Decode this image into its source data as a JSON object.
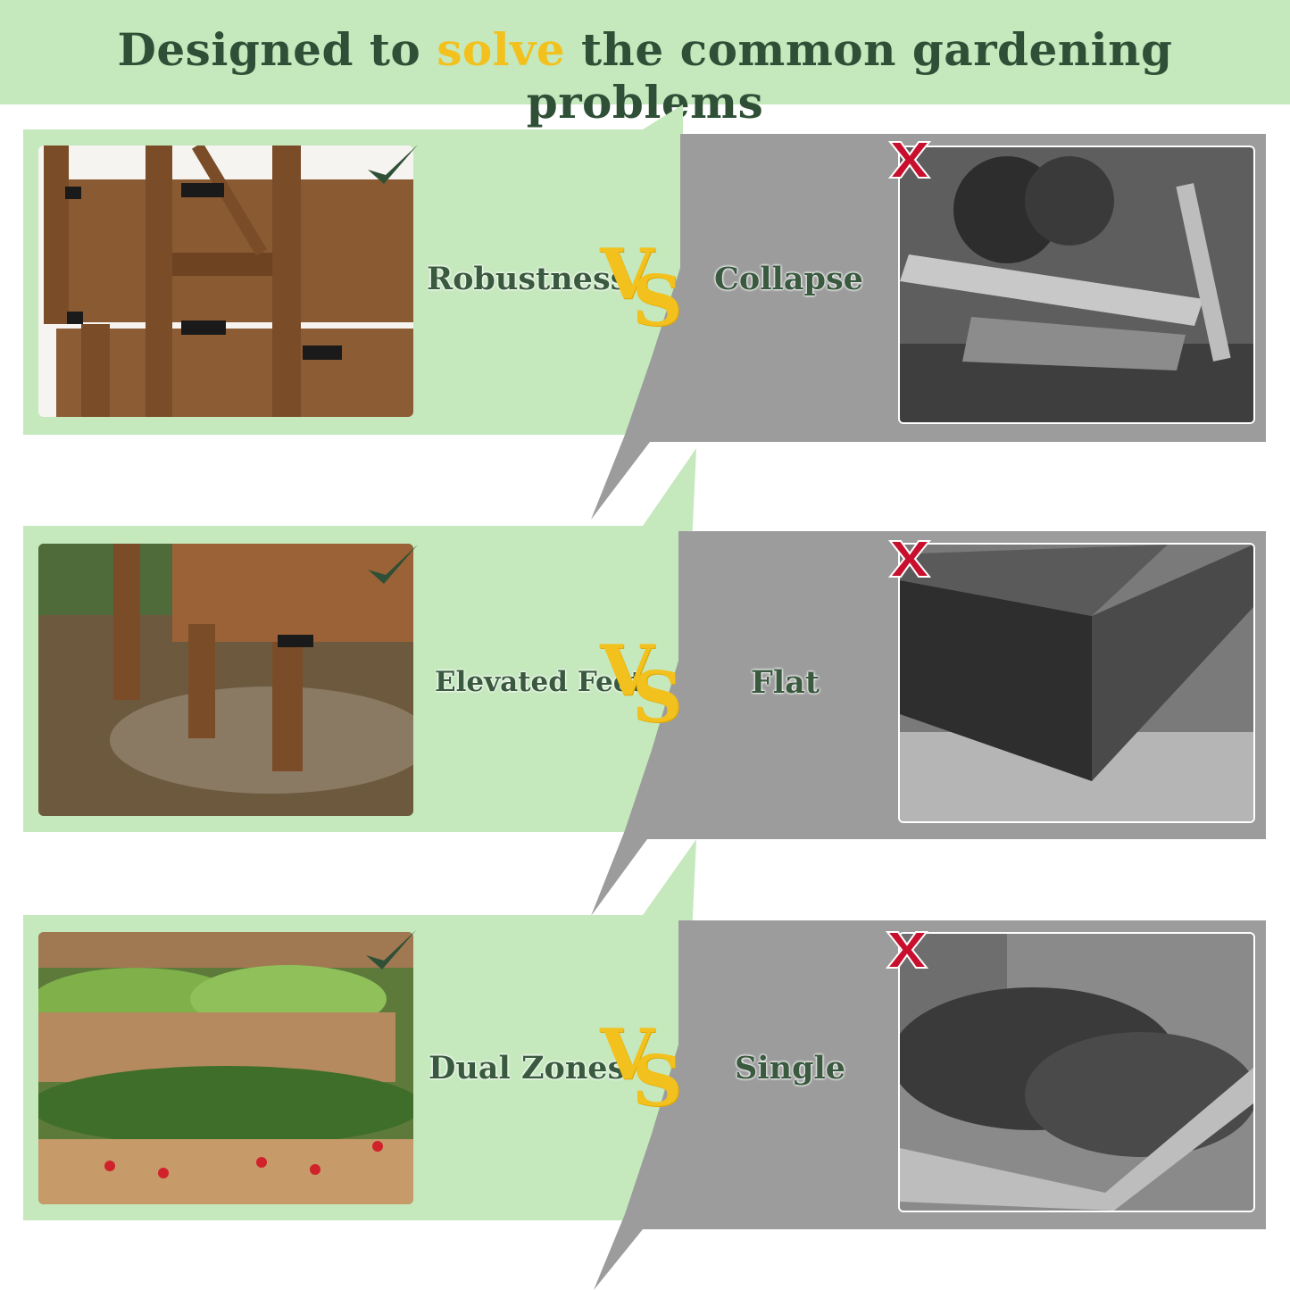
{
  "header": {
    "title_pre": "Designed to ",
    "title_highlight": "solve",
    "title_post": " the common gardening problems"
  },
  "colors": {
    "header_bg": "#c5e8bd",
    "good_panel": "#c5e8bd",
    "bad_panel": "#9c9c9c",
    "accent_yellow": "#f3c11d",
    "title_green": "#2f5036"
  },
  "vs_text": "VS",
  "rows": [
    {
      "good_label": "Robustness",
      "bad_label": "Collapse",
      "good_photo": "wooden raised planter with black metal brackets",
      "bad_photo": "collapsed wooden garden bed (black and white)"
    },
    {
      "good_label": "Elevated Feet",
      "bad_label": "Flat",
      "good_photo": "planter legs standing in muddy water",
      "bad_photo": "flat wooden bed sitting in puddle (black and white)"
    },
    {
      "good_label": "Dual Zones",
      "bad_label": "Single",
      "good_photo": "two-tier planter with lettuce and strawberries",
      "bad_photo": "single ground-level garden bed (black and white)"
    }
  ]
}
